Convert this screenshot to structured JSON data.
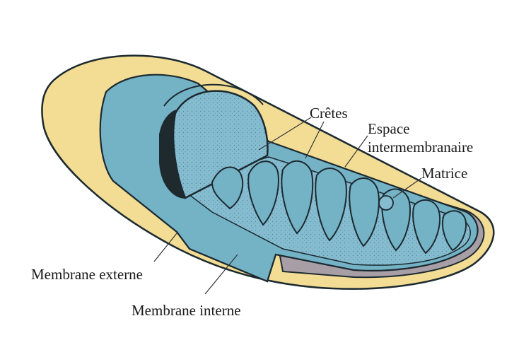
{
  "labels": {
    "cretes": "Crêtes",
    "espace_line1": "Espace",
    "espace_line2": "intermembranaire",
    "matrice": "Matrice",
    "membrane_externe": "Membrane externe",
    "membrane_interne": "Membrane interne"
  },
  "colors": {
    "outer_membrane": "#f3dc94",
    "inner_membrane": "#74b2c6",
    "matrix": "#8fc2d2",
    "intermembrane_space": "#a89ea6",
    "outline": "#1c2a30"
  },
  "components": {
    "outer_membrane": "outer-membrane",
    "inner_membrane": "inner-membrane",
    "cristae": "cristae",
    "matrix": "matrix",
    "intermembrane_space": "intermembrane-space"
  }
}
